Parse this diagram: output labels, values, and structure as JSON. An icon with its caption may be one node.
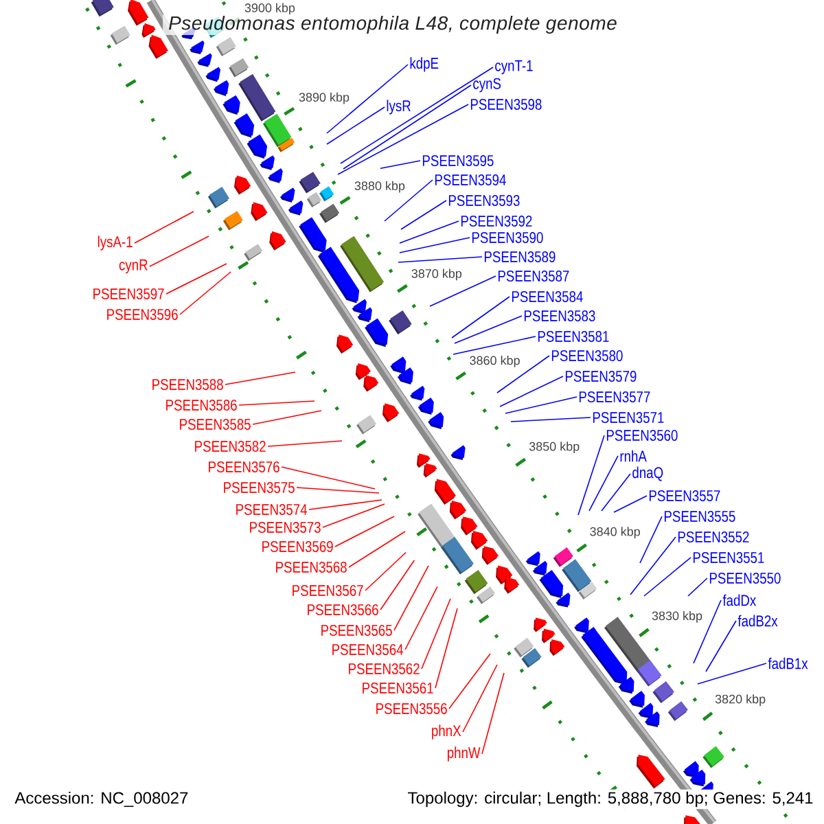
{
  "diagram": {
    "title": "Pseudomonas entomophila L48, complete genome",
    "nodes": [
      {
        "text": [
          "kdpE"
        ]
      },
      {
        "text": [
          "cynT-1"
        ]
      },
      {
        "text": [
          "cynS"
        ]
      },
      {
        "text": [
          "lysR"
        ]
      },
      {
        "text": [
          "PSEEN3598"
        ]
      },
      {
        "text": [
          "PSEEN3595"
        ]
      },
      {
        "text": [
          "PSEEN3594"
        ]
      },
      {
        "text": [
          "PSEEN3593"
        ]
      },
      {
        "text": [
          "PSEEN3592"
        ]
      },
      {
        "text": [
          "PSEEN3590"
        ]
      },
      {
        "text": [
          "lysA-1"
        ]
      },
      {
        "text": [
          "PSEEN3589"
        ]
      },
      {
        "text": [
          "cynR"
        ]
      },
      {
        "text": [
          "PSEEN3587"
        ]
      },
      {
        "text": [
          "PSEEN3597"
        ]
      },
      {
        "text": [
          "PSEEN3584"
        ]
      },
      {
        "text": [
          "PSEEN3596"
        ]
      },
      {
        "text": [
          "PSEEN3583"
        ]
      },
      {
        "text": [
          "PSEEN3581"
        ]
      },
      {
        "text": [
          "PSEEN3580"
        ]
      },
      {
        "text": [
          "PSEEN3579"
        ]
      },
      {
        "text": [
          "PSEEN3588"
        ]
      },
      {
        "text": [
          "PSEEN3577"
        ]
      },
      {
        "text": [
          "PSEEN3586"
        ]
      },
      {
        "text": [
          "PSEEN3571"
        ]
      },
      {
        "text": [
          "PSEEN3585"
        ]
      },
      {
        "text": [
          "PSEEN3560"
        ]
      },
      {
        "text": [
          "PSEEN3582"
        ]
      },
      {
        "text": [
          "rnhA"
        ]
      },
      {
        "text": [
          "PSEEN3576"
        ]
      },
      {
        "text": [
          "dnaQ"
        ]
      },
      {
        "text": [
          "PSEEN3575"
        ]
      },
      {
        "text": [
          "PSEEN3557"
        ]
      },
      {
        "text": [
          "PSEEN3574"
        ]
      },
      {
        "text": [
          "PSEEN3555"
        ]
      },
      {
        "text": [
          "PSEEN3573"
        ]
      },
      {
        "text": [
          "PSEEN3552"
        ]
      },
      {
        "text": [
          "PSEEN3569"
        ]
      },
      {
        "text": [
          "PSEEN3551"
        ]
      },
      {
        "text": [
          "PSEEN3568"
        ]
      },
      {
        "text": [
          "PSEEN3550"
        ]
      },
      {
        "text": [
          "PSEEN3567"
        ]
      },
      {
        "text": [
          "fadDx"
        ]
      },
      {
        "text": [
          "PSEEN3566"
        ]
      },
      {
        "text": [
          "fadB2x"
        ]
      },
      {
        "text": [
          "PSEEN3565"
        ]
      },
      {
        "text": [
          "PSEEN3564"
        ]
      },
      {
        "text": [
          "fadB1x"
        ]
      },
      {
        "text": [
          "PSEEN3562"
        ]
      },
      {
        "text": [
          "PSEEN3561"
        ]
      },
      {
        "text": [
          "PSEEN3556"
        ]
      },
      {
        "text": [
          "phnX"
        ]
      },
      {
        "text": [
          "phnW"
        ]
      }
    ],
    "edges": [
      {
        "from": 0,
        "to": null,
        "arrow": "none"
      },
      {
        "from": 1,
        "to": null,
        "arrow": "none"
      },
      {
        "from": 2,
        "to": null,
        "arrow": "none"
      },
      {
        "from": 3,
        "to": null,
        "arrow": "none"
      },
      {
        "from": 4,
        "to": null,
        "arrow": "none"
      },
      {
        "from": 5,
        "to": null,
        "arrow": "none"
      },
      {
        "from": 6,
        "to": null,
        "arrow": "none"
      },
      {
        "from": 7,
        "to": null,
        "arrow": "none"
      },
      {
        "from": 8,
        "to": null,
        "arrow": "none"
      },
      {
        "from": 9,
        "to": null,
        "arrow": "none"
      },
      {
        "from": 10,
        "to": null,
        "arrow": "none",
        "color": "#ff0000"
      },
      {
        "from": 11,
        "to": null,
        "arrow": "none"
      },
      {
        "from": 12,
        "to": null,
        "arrow": "none",
        "color": "#ff0000"
      },
      {
        "from": 13,
        "to": null,
        "arrow": "none"
      },
      {
        "from": 14,
        "to": null,
        "arrow": "none",
        "color": "#ff0000"
      },
      {
        "from": 15,
        "to": null,
        "arrow": "none"
      },
      {
        "from": 16,
        "to": null,
        "arrow": "none",
        "color": "#ff0000"
      },
      {
        "from": 17,
        "to": null,
        "arrow": "none"
      },
      {
        "from": 18,
        "to": null,
        "arrow": "none"
      },
      {
        "from": 19,
        "to": null,
        "arrow": "none"
      },
      {
        "from": 20,
        "to": null,
        "arrow": "none"
      },
      {
        "from": 21,
        "to": null,
        "arrow": "none",
        "color": "#ff0000"
      },
      {
        "from": 22,
        "to": null,
        "arrow": "none"
      },
      {
        "from": 23,
        "to": null,
        "arrow": "none",
        "color": "#ff0000"
      },
      {
        "from": 24,
        "to": null,
        "arrow": "none"
      },
      {
        "from": 25,
        "to": null,
        "arrow": "none",
        "color": "#ff0000"
      },
      {
        "from": 26,
        "to": null,
        "arrow": "none"
      },
      {
        "from": 27,
        "to": null,
        "arrow": "none",
        "color": "#ff0000"
      },
      {
        "from": 28,
        "to": null,
        "arrow": "none"
      },
      {
        "from": 29,
        "to": null,
        "arrow": "none",
        "color": "#ff0000"
      },
      {
        "from": 30,
        "to": null,
        "arrow": "none"
      },
      {
        "from": 31,
        "to": null,
        "arrow": "none",
        "color": "#ff0000"
      },
      {
        "from": 32,
        "to": null,
        "arrow": "none"
      },
      {
        "from": 33,
        "to": null,
        "arrow": "none",
        "color": "#ff0000"
      },
      {
        "from": 34,
        "to": null,
        "arrow": "none"
      },
      {
        "from": 35,
        "to": null,
        "arrow": "none",
        "color": "#ff0000"
      },
      {
        "from": 36,
        "to": null,
        "arrow": "none"
      },
      {
        "from": 37,
        "to": null,
        "arrow": "none",
        "color": "#ff0000"
      },
      {
        "from": 38,
        "to": null,
        "arrow": "none"
      },
      {
        "from": 39,
        "to": null,
        "arrow": "none",
        "color": "#ff0000"
      },
      {
        "from": 40,
        "to": null,
        "arrow": "none"
      },
      {
        "from": 41,
        "to": null,
        "arrow": "none",
        "color": "#ff0000"
      },
      {
        "from": 42,
        "to": null,
        "arrow": "none"
      },
      {
        "from": 43,
        "to": null,
        "arrow": "none",
        "color": "#ff0000"
      },
      {
        "from": 44,
        "to": null,
        "arrow": "none"
      },
      {
        "from": 45,
        "to": null,
        "arrow": "none",
        "color": "#ff0000"
      },
      {
        "from": 46,
        "to": null,
        "arrow": "none",
        "color": "#ff0000"
      },
      {
        "from": 47,
        "to": null,
        "arrow": "none"
      },
      {
        "from": 48,
        "to": null,
        "arrow": "none",
        "color": "#ff0000"
      },
      {
        "from": 49,
        "to": null,
        "arrow": "none",
        "color": "#ff0000"
      },
      {
        "from": 50,
        "to": null,
        "arrow": "none",
        "color": "#ff0000"
      },
      {
        "from": 51,
        "to": null,
        "arrow": "none",
        "color": "#ff0000"
      },
      {
        "from": 52,
        "to": null,
        "arrow": "none",
        "color": "#ff0000"
      }
    ],
    "labels": [
      "3900 kbp",
      "3890 kbp",
      "3880 kbp",
      "3870 kbp",
      "3860 kbp",
      "3850 kbp",
      "3840 kbp",
      "3830 kbp",
      "3820 kbp",
      "Accession: NC_008027",
      "Topology: circular; Length: 5,888,780 bp; Genes: 5,241"
    ]
  }
}
